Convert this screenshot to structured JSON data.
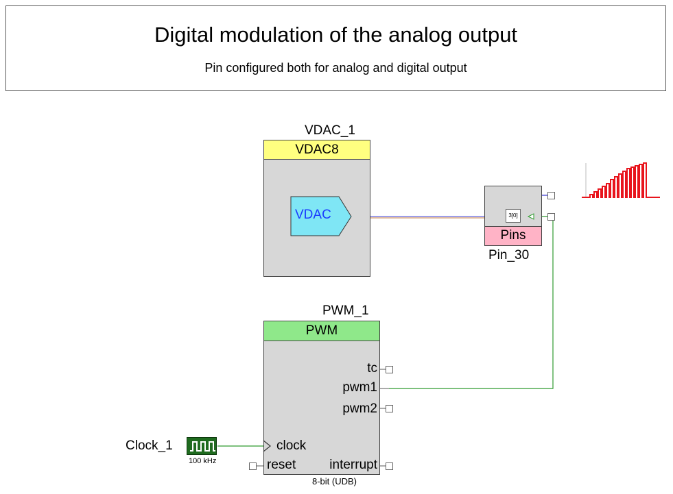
{
  "header": {
    "title": "Digital modulation of the analog output",
    "subtitle": "Pin configured both for analog and digital output"
  },
  "vdac": {
    "instance": "VDAC_1",
    "type": "VDAC8",
    "symbol": "VDAC",
    "header_color": "#ffff80",
    "symbol_color": "#7fe6f5"
  },
  "pins": {
    "instance": "Pin_30",
    "type": "Pins",
    "port_label": "3[0]",
    "header_color": "#ffb3c6"
  },
  "pwm": {
    "instance": "PWM_1",
    "type": "PWM",
    "header_color": "#8fe88a",
    "terminals": {
      "tc": "tc",
      "pwm1": "pwm1",
      "pwm2": "pwm2",
      "clock": "clock",
      "reset": "reset",
      "interrupt": "interrupt"
    },
    "footer": "8-bit (UDB)"
  },
  "clock": {
    "instance": "Clock_1",
    "frequency": "100 kHz",
    "icon": "clock-waveform-icon"
  },
  "annotation": {
    "icon": "pwm-waveform-icon",
    "color": "#e8141c"
  }
}
